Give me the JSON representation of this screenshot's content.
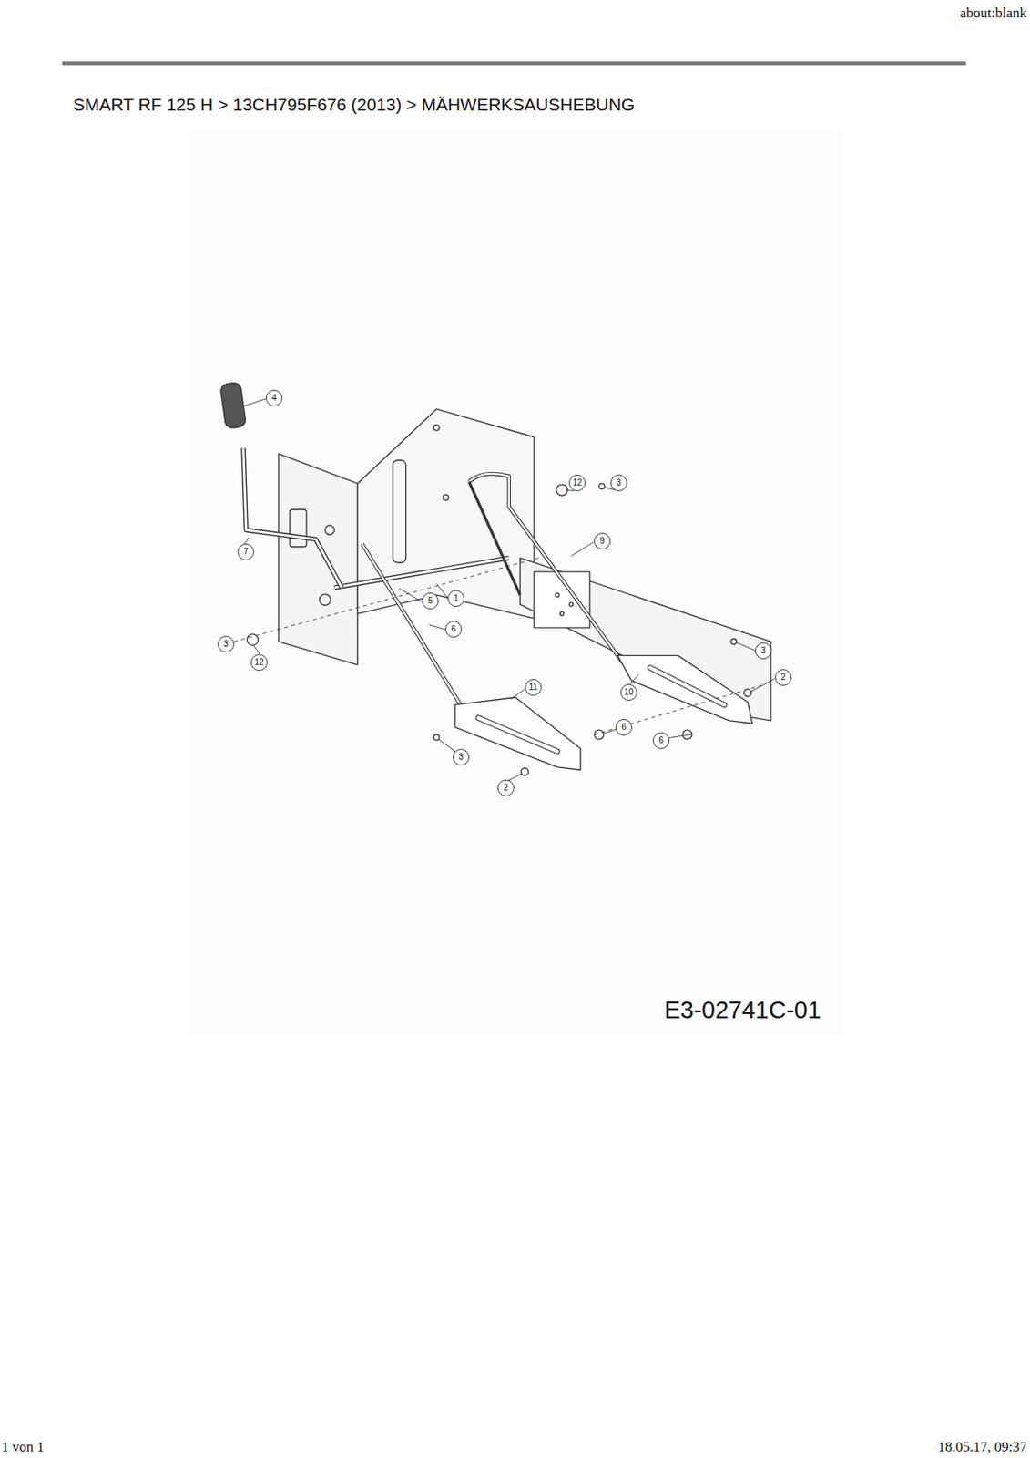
{
  "diagram": {
    "title": "SMART RF 125 H  >  13CH795F676 (2013)  >  MÄHWERKSAUSHEBUNG",
    "labels": [
      "about:blank",
      "4",
      "7",
      "12",
      "3",
      "9",
      "5",
      "1",
      "6",
      "3",
      "12",
      "3",
      "2",
      "11",
      "10",
      "6",
      "6",
      "3",
      "2",
      "E3-02741C-01",
      "1 von 1",
      "18.05.17, 09:37"
    ]
  }
}
